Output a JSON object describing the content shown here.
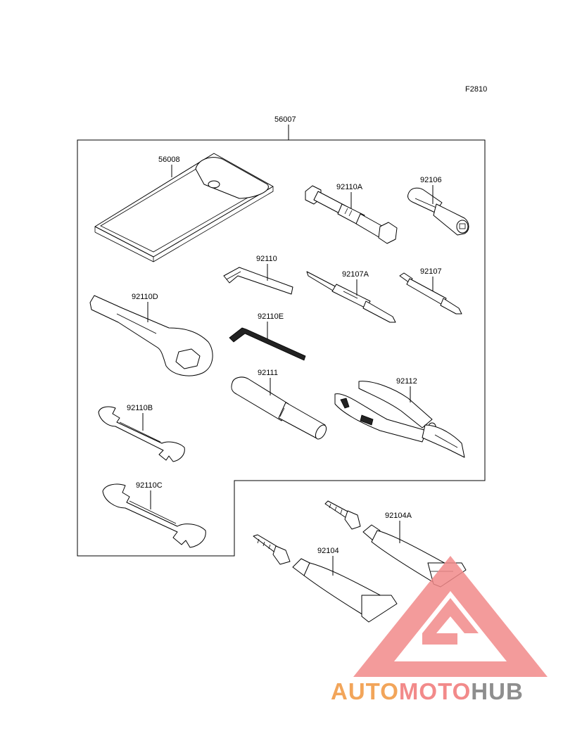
{
  "figure_code": "F2810",
  "assembly_label": "56007",
  "parts": {
    "pouch": "56008",
    "socket_wrench": "92110A",
    "socket_short": "92106",
    "hex_key_l": "92110",
    "screwdriver_double": "92107A",
    "screwdriver": "92107",
    "ring_wrench": "92110D",
    "hex_key_small": "92110E",
    "handle_bar": "92111",
    "pliers": "92112",
    "wrench_small": "92110B",
    "wrench_large": "92110C",
    "tube_upper": "92104A",
    "tube_lower": "92104"
  },
  "watermark": {
    "part1": "AUTO",
    "part2": "MOTO",
    "part3": "HUB",
    "colors": {
      "orange": "#f2a55a",
      "red": "#f28a8a",
      "gray": "#8e8e8e"
    }
  }
}
